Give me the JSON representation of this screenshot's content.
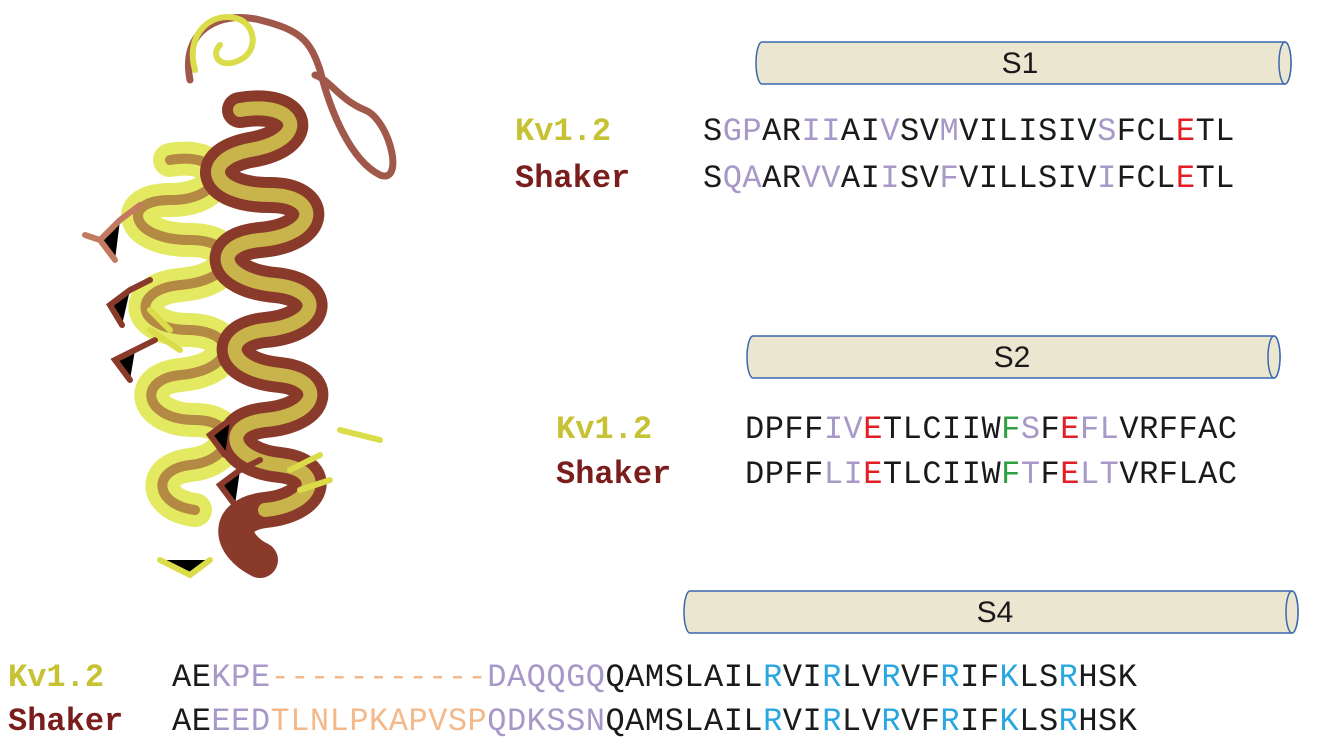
{
  "colors": {
    "kv_label": "#c6c233",
    "shaker_label": "#7a1d1d",
    "cylinder_fill": "#eae6d0",
    "cylinder_stroke": "#3b66b0",
    "conserved": "#1a1a1a",
    "similar": "#a798c8",
    "acidic": "#e31e24",
    "aromatic": "#2ea043",
    "basic": "#2aa7e0",
    "insertion": "#f3b98a"
  },
  "structure": {
    "kv_color": "#e3e85a",
    "shaker_color": "#8a3a2a"
  },
  "segments": [
    {
      "helix": "S1",
      "rows": [
        {
          "species": "Kv1.2",
          "residues": [
            [
              "S",
              "k"
            ],
            [
              "G",
              "p"
            ],
            [
              "P",
              "p"
            ],
            [
              "A",
              "k"
            ],
            [
              "R",
              "k"
            ],
            [
              "I",
              "p"
            ],
            [
              "I",
              "p"
            ],
            [
              "A",
              "k"
            ],
            [
              "I",
              "k"
            ],
            [
              "V",
              "p"
            ],
            [
              "S",
              "k"
            ],
            [
              "V",
              "k"
            ],
            [
              "M",
              "p"
            ],
            [
              "V",
              "k"
            ],
            [
              "I",
              "k"
            ],
            [
              "L",
              "k"
            ],
            [
              "I",
              "k"
            ],
            [
              "S",
              "k"
            ],
            [
              "I",
              "k"
            ],
            [
              "V",
              "k"
            ],
            [
              "S",
              "p"
            ],
            [
              "F",
              "k"
            ],
            [
              "C",
              "k"
            ],
            [
              "L",
              "k"
            ],
            [
              "E",
              "r"
            ],
            [
              "T",
              "k"
            ],
            [
              "L",
              "k"
            ]
          ]
        },
        {
          "species": "Shaker",
          "residues": [
            [
              "S",
              "k"
            ],
            [
              "Q",
              "p"
            ],
            [
              "A",
              "p"
            ],
            [
              "A",
              "k"
            ],
            [
              "R",
              "k"
            ],
            [
              "V",
              "p"
            ],
            [
              "V",
              "p"
            ],
            [
              "A",
              "k"
            ],
            [
              "I",
              "k"
            ],
            [
              "I",
              "p"
            ],
            [
              "S",
              "k"
            ],
            [
              "V",
              "k"
            ],
            [
              "F",
              "p"
            ],
            [
              "V",
              "k"
            ],
            [
              "I",
              "k"
            ],
            [
              "L",
              "k"
            ],
            [
              "L",
              "k"
            ],
            [
              "S",
              "k"
            ],
            [
              "I",
              "k"
            ],
            [
              "V",
              "k"
            ],
            [
              "I",
              "p"
            ],
            [
              "F",
              "k"
            ],
            [
              "C",
              "k"
            ],
            [
              "L",
              "k"
            ],
            [
              "E",
              "r"
            ],
            [
              "T",
              "k"
            ],
            [
              "L",
              "k"
            ]
          ]
        }
      ]
    },
    {
      "helix": "S2",
      "rows": [
        {
          "species": "Kv1.2",
          "residues": [
            [
              "D",
              "k"
            ],
            [
              "P",
              "k"
            ],
            [
              "F",
              "k"
            ],
            [
              "F",
              "k"
            ],
            [
              "I",
              "p"
            ],
            [
              "V",
              "p"
            ],
            [
              "E",
              "r"
            ],
            [
              "T",
              "k"
            ],
            [
              "L",
              "k"
            ],
            [
              "C",
              "k"
            ],
            [
              "I",
              "k"
            ],
            [
              "I",
              "k"
            ],
            [
              "W",
              "k"
            ],
            [
              "F",
              "g"
            ],
            [
              "S",
              "p"
            ],
            [
              "F",
              "k"
            ],
            [
              "E",
              "r"
            ],
            [
              "F",
              "p"
            ],
            [
              "L",
              "p"
            ],
            [
              "V",
              "k"
            ],
            [
              "R",
              "k"
            ],
            [
              "F",
              "k"
            ],
            [
              "F",
              "k"
            ],
            [
              "A",
              "k"
            ],
            [
              "C",
              "k"
            ]
          ]
        },
        {
          "species": "Shaker",
          "residues": [
            [
              "D",
              "k"
            ],
            [
              "P",
              "k"
            ],
            [
              "F",
              "k"
            ],
            [
              "F",
              "k"
            ],
            [
              "L",
              "p"
            ],
            [
              "I",
              "p"
            ],
            [
              "E",
              "r"
            ],
            [
              "T",
              "k"
            ],
            [
              "L",
              "k"
            ],
            [
              "C",
              "k"
            ],
            [
              "I",
              "k"
            ],
            [
              "I",
              "k"
            ],
            [
              "W",
              "k"
            ],
            [
              "F",
              "g"
            ],
            [
              "T",
              "p"
            ],
            [
              "F",
              "k"
            ],
            [
              "E",
              "r"
            ],
            [
              "L",
              "p"
            ],
            [
              "T",
              "p"
            ],
            [
              "V",
              "k"
            ],
            [
              "R",
              "k"
            ],
            [
              "F",
              "k"
            ],
            [
              "L",
              "k"
            ],
            [
              "A",
              "k"
            ],
            [
              "C",
              "k"
            ]
          ]
        }
      ]
    },
    {
      "helix": "S4",
      "rows": [
        {
          "species": "Kv1.2",
          "residues": [
            [
              "A",
              "k"
            ],
            [
              "E",
              "k"
            ],
            [
              "K",
              "p"
            ],
            [
              "P",
              "p"
            ],
            [
              "E",
              "p"
            ],
            [
              "-",
              "o"
            ],
            [
              "-",
              "o"
            ],
            [
              "-",
              "o"
            ],
            [
              "-",
              "o"
            ],
            [
              "-",
              "o"
            ],
            [
              "-",
              "o"
            ],
            [
              "-",
              "o"
            ],
            [
              "-",
              "o"
            ],
            [
              "-",
              "o"
            ],
            [
              "-",
              "o"
            ],
            [
              "-",
              "o"
            ],
            [
              "D",
              "p"
            ],
            [
              "A",
              "p"
            ],
            [
              "Q",
              "p"
            ],
            [
              "Q",
              "p"
            ],
            [
              "G",
              "p"
            ],
            [
              "Q",
              "p"
            ],
            [
              "Q",
              "k"
            ],
            [
              "A",
              "k"
            ],
            [
              "M",
              "k"
            ],
            [
              "S",
              "k"
            ],
            [
              "L",
              "k"
            ],
            [
              "A",
              "k"
            ],
            [
              "I",
              "k"
            ],
            [
              "L",
              "k"
            ],
            [
              "R",
              "b"
            ],
            [
              "V",
              "k"
            ],
            [
              "I",
              "k"
            ],
            [
              "R",
              "b"
            ],
            [
              "L",
              "k"
            ],
            [
              "V",
              "k"
            ],
            [
              "R",
              "b"
            ],
            [
              "V",
              "k"
            ],
            [
              "F",
              "k"
            ],
            [
              "R",
              "b"
            ],
            [
              "I",
              "k"
            ],
            [
              "F",
              "k"
            ],
            [
              "K",
              "b"
            ],
            [
              "L",
              "k"
            ],
            [
              "S",
              "k"
            ],
            [
              "R",
              "b"
            ],
            [
              "H",
              "k"
            ],
            [
              "S",
              "k"
            ],
            [
              "K",
              "k"
            ]
          ]
        },
        {
          "species": "Shaker",
          "residues": [
            [
              "A",
              "k"
            ],
            [
              "E",
              "k"
            ],
            [
              "E",
              "p"
            ],
            [
              "E",
              "p"
            ],
            [
              "D",
              "p"
            ],
            [
              "T",
              "o"
            ],
            [
              "L",
              "o"
            ],
            [
              "N",
              "o"
            ],
            [
              "L",
              "o"
            ],
            [
              "P",
              "o"
            ],
            [
              "K",
              "o"
            ],
            [
              "A",
              "o"
            ],
            [
              "P",
              "o"
            ],
            [
              "V",
              "o"
            ],
            [
              "S",
              "o"
            ],
            [
              "P",
              "o"
            ],
            [
              "Q",
              "p"
            ],
            [
              "D",
              "p"
            ],
            [
              "K",
              "p"
            ],
            [
              "S",
              "p"
            ],
            [
              "S",
              "p"
            ],
            [
              "N",
              "p"
            ],
            [
              "Q",
              "k"
            ],
            [
              "A",
              "k"
            ],
            [
              "M",
              "k"
            ],
            [
              "S",
              "k"
            ],
            [
              "L",
              "k"
            ],
            [
              "A",
              "k"
            ],
            [
              "I",
              "k"
            ],
            [
              "L",
              "k"
            ],
            [
              "R",
              "b"
            ],
            [
              "V",
              "k"
            ],
            [
              "I",
              "k"
            ],
            [
              "R",
              "b"
            ],
            [
              "L",
              "k"
            ],
            [
              "V",
              "k"
            ],
            [
              "R",
              "b"
            ],
            [
              "V",
              "k"
            ],
            [
              "F",
              "k"
            ],
            [
              "R",
              "b"
            ],
            [
              "I",
              "k"
            ],
            [
              "F",
              "k"
            ],
            [
              "K",
              "b"
            ],
            [
              "L",
              "k"
            ],
            [
              "S",
              "k"
            ],
            [
              "R",
              "b"
            ],
            [
              "H",
              "k"
            ],
            [
              "S",
              "k"
            ],
            [
              "K",
              "k"
            ]
          ]
        }
      ]
    }
  ]
}
